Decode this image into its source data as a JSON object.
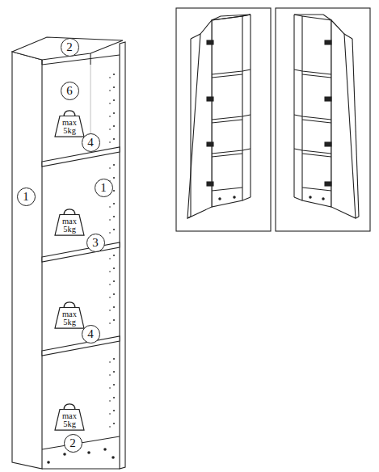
{
  "diagram": {
    "nodes": [
      {
        "text": [
          "2"
        ]
      },
      {
        "text": [
          "6"
        ]
      },
      {
        "text": [
          "max 5kg"
        ]
      },
      {
        "text": [
          "4"
        ]
      },
      {
        "text": [
          "1"
        ]
      },
      {
        "text": [
          "1"
        ]
      },
      {
        "text": [
          "max 5kg"
        ]
      },
      {
        "text": [
          "3"
        ]
      },
      {
        "text": [
          "max 5kg"
        ]
      },
      {
        "text": [
          "4"
        ]
      },
      {
        "text": [
          "max 5kg"
        ]
      },
      {
        "text": [
          "2"
        ]
      }
    ]
  }
}
